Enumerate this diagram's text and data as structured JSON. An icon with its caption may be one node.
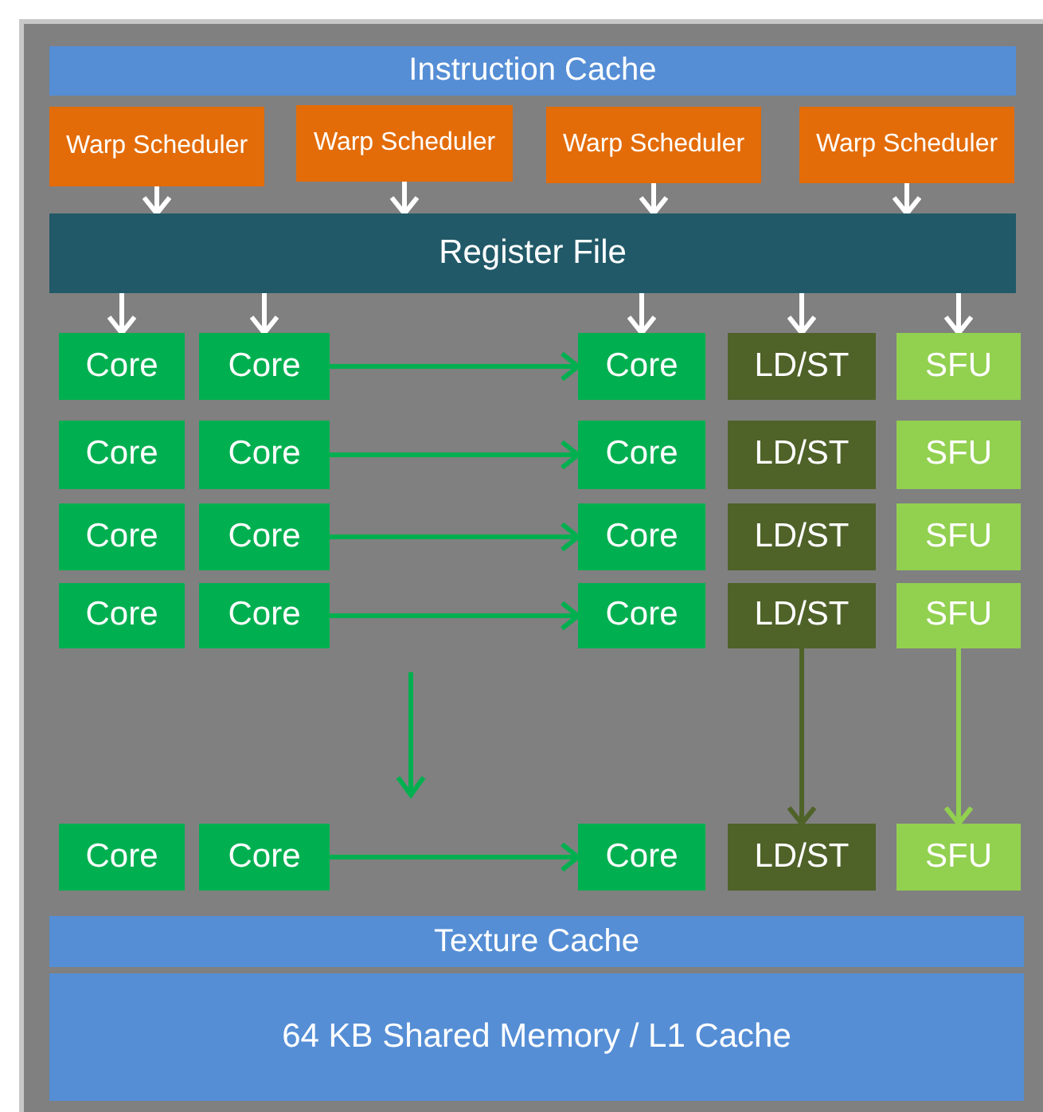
{
  "diagram": {
    "nodes": [
      {
        "text": [
          "Instruction Cache"
        ]
      },
      {
        "text": [
          "Warp Scheduler"
        ]
      },
      {
        "text": [
          "Warp Scheduler"
        ]
      },
      {
        "text": [
          "Warp Scheduler"
        ]
      },
      {
        "text": [
          "Warp Scheduler"
        ]
      },
      {
        "text": [
          "Register File"
        ]
      },
      {
        "text": [
          "Core"
        ]
      },
      {
        "text": [
          "Core"
        ]
      },
      {
        "text": [
          "Core"
        ]
      },
      {
        "text": [
          "LD/ST"
        ]
      },
      {
        "text": [
          "SFU"
        ]
      },
      {
        "text": [
          "Core"
        ]
      },
      {
        "text": [
          "Core"
        ]
      },
      {
        "text": [
          "Core"
        ]
      },
      {
        "text": [
          "LD/ST"
        ]
      },
      {
        "text": [
          "SFU"
        ]
      },
      {
        "text": [
          "Core"
        ]
      },
      {
        "text": [
          "Core"
        ]
      },
      {
        "text": [
          "Core"
        ]
      },
      {
        "text": [
          "LD/ST"
        ]
      },
      {
        "text": [
          "SFU"
        ]
      },
      {
        "text": [
          "Core"
        ]
      },
      {
        "text": [
          "Core"
        ]
      },
      {
        "text": [
          "Core"
        ]
      },
      {
        "text": [
          "LD/ST"
        ]
      },
      {
        "text": [
          "SFU"
        ]
      },
      {
        "text": [
          "Core"
        ]
      },
      {
        "text": [
          "Core"
        ]
      },
      {
        "text": [
          "Core"
        ]
      },
      {
        "text": [
          "LD/ST"
        ]
      },
      {
        "text": [
          "SFU"
        ]
      },
      {
        "text": [
          "Texture Cache"
        ]
      },
      {
        "text": [
          "64 KB Shared Memory / L1 Cache"
        ]
      }
    ],
    "edges": [
      {
        "from": 1,
        "to": 5,
        "arrow": "to",
        "color": "#ffffff"
      },
      {
        "from": 2,
        "to": 5,
        "arrow": "to",
        "color": "#ffffff"
      },
      {
        "from": 3,
        "to": 5,
        "arrow": "to",
        "color": "#ffffff"
      },
      {
        "from": 4,
        "to": 5,
        "arrow": "to",
        "color": "#ffffff"
      },
      {
        "from": 5,
        "to": 6,
        "arrow": "to",
        "color": "#ffffff"
      },
      {
        "from": 5,
        "to": 7,
        "arrow": "to",
        "color": "#ffffff"
      },
      {
        "from": 5,
        "to": 8,
        "arrow": "to",
        "color": "#ffffff"
      },
      {
        "from": 5,
        "to": 9,
        "arrow": "to",
        "color": "#ffffff"
      },
      {
        "from": 5,
        "to": 10,
        "arrow": "to",
        "color": "#ffffff"
      },
      {
        "from": 7,
        "to": 8,
        "arrow": "to",
        "color": "#00b050"
      },
      {
        "from": 12,
        "to": 13,
        "arrow": "to",
        "color": "#00b050"
      },
      {
        "from": 17,
        "to": 18,
        "arrow": "to",
        "color": "#00b050"
      },
      {
        "from": 22,
        "to": 23,
        "arrow": "to",
        "color": "#00b050"
      },
      {
        "from": 27,
        "to": 28,
        "arrow": "to",
        "color": "#00b050"
      },
      {
        "from": 24,
        "to": 29,
        "arrow": "to",
        "color": "#4f6228"
      },
      {
        "from": 25,
        "to": 30,
        "arrow": "to",
        "color": "#92d050"
      }
    ]
  }
}
